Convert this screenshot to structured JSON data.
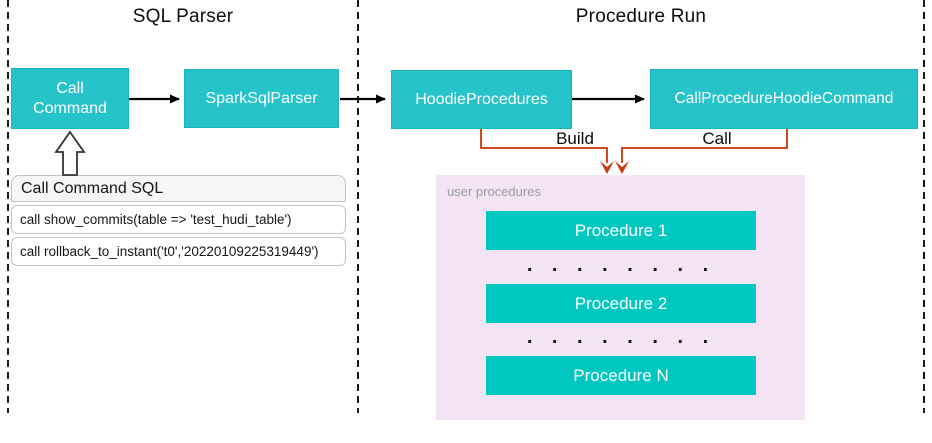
{
  "panels": {
    "left_title": "SQL Parser",
    "right_title": "Procedure Run"
  },
  "nodes": {
    "call_command": "Call Command",
    "spark_sql_parser": "SparkSqlParser",
    "hoodie_procedures": "HoodieProcedures",
    "call_procedure_hoodie_command": "CallProcedureHoodieCommand"
  },
  "edges": {
    "build_label": "Build",
    "call_label": "Call"
  },
  "sql_card": {
    "title": "Call Command SQL",
    "rows": [
      "call show_commits(table => 'test_hudi_table')",
      "call rollback_to_instant('t0','20220109225319449')"
    ]
  },
  "user_procedures": {
    "label": "user procedures",
    "items": [
      "Procedure 1",
      "Procedure 2",
      "Procedure N"
    ],
    "ellipsis": ". . . . . . . ."
  },
  "colors": {
    "node_teal": "#26c4ca",
    "procedure_teal": "#00c7c0",
    "procedures_panel_bg": "#f3e3f5",
    "orange_connector": "#d2491c",
    "arrow_black": "#000000",
    "card_header_bg": "#f6f6f6"
  }
}
